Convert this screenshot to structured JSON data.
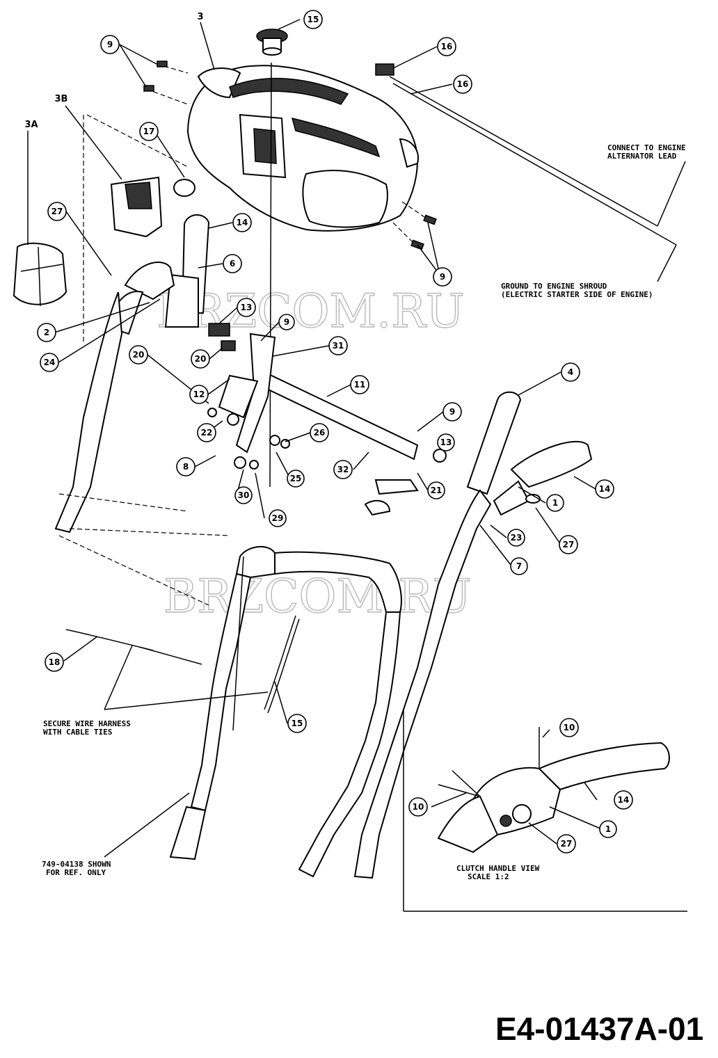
{
  "callouts": {
    "c15_top": "15",
    "c9_tl": "9",
    "c3": "3",
    "c16_a": "16",
    "c16_b": "16",
    "c3B": "3B",
    "c3A": "3A",
    "c17": "17",
    "c27_l": "27",
    "c14_a": "14",
    "c6": "6",
    "c9_r": "9",
    "c2": "2",
    "c13_a": "13",
    "c9_m": "9",
    "c24": "24",
    "c20_a": "20",
    "c20_b": "20",
    "c31": "31",
    "c11": "11",
    "c12": "12",
    "c4": "4",
    "c22": "22",
    "c26": "26",
    "c9_b": "9",
    "c13_b": "13",
    "c8": "8",
    "c25": "25",
    "c32": "32",
    "c21": "21",
    "c30": "30",
    "c29": "29",
    "c1_a": "1",
    "c14_b": "14",
    "c23": "23",
    "c27_r": "27",
    "c7": "7",
    "c18": "18",
    "c15_b": "15",
    "c10_a": "10",
    "c10_b": "10",
    "c14_c": "14",
    "c1_b": "1",
    "c27_b": "27"
  },
  "notes": {
    "connect_1": "CONNECT TO ENGINE",
    "connect_2": "ALTERNATOR LEAD",
    "ground_1": "GROUND TO ENGINE SHROUD",
    "ground_2": "(ELECTRIC STARTER SIDE OF ENGINE)",
    "secure_1": "SECURE WIRE HARNESS",
    "secure_2": "WITH CABLE TIES",
    "shown_1": "749-04138 SHOWN",
    "shown_2": "FOR REF. ONLY",
    "clutch_1": "CLUTCH HANDLE VIEW",
    "clutch_2": "SCALE 1:2"
  },
  "watermark": "BRZCOM.RU",
  "drawing_code": "E4-01437A-01"
}
